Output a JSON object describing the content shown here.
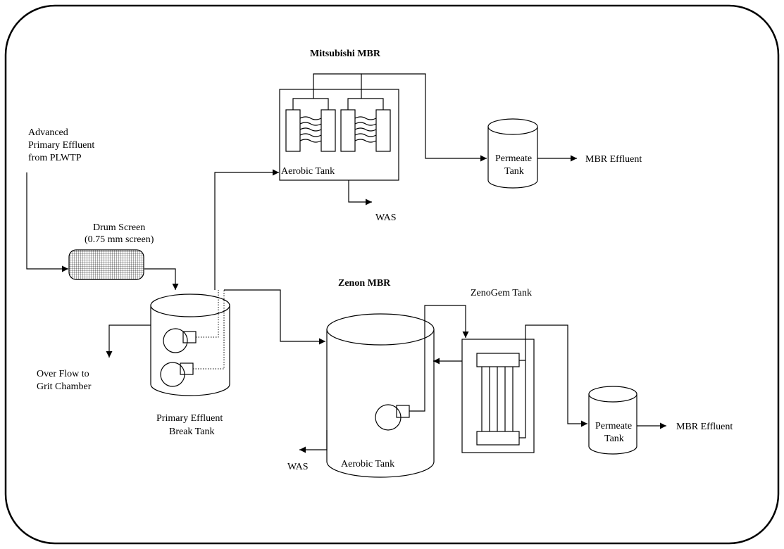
{
  "titles": {
    "mitsubishi": "Mitsubishi MBR",
    "zenon": "Zenon MBR"
  },
  "labels": {
    "advanced_1": "Advanced",
    "advanced_2": "Primary Effluent",
    "advanced_3": "from PLWTP",
    "drum_1": "Drum Screen",
    "drum_2": "(0.75 mm screen)",
    "overflow_1": "Over Flow to",
    "overflow_2": "Grit Chamber",
    "break_1": "Primary Effluent",
    "break_2": "Break Tank",
    "aerobic_m": "Aerobic Tank",
    "was_m": "WAS",
    "permeate_m_1": "Permeate",
    "permeate_m_2": "Tank",
    "effluent_m": "MBR Effluent",
    "zenogem": "ZenoGem Tank",
    "aerobic_z": "Aerobic Tank",
    "was_z": "WAS",
    "permeate_z_1": "Permeate",
    "permeate_z_2": "Tank",
    "effluent_z": "MBR Effluent"
  }
}
